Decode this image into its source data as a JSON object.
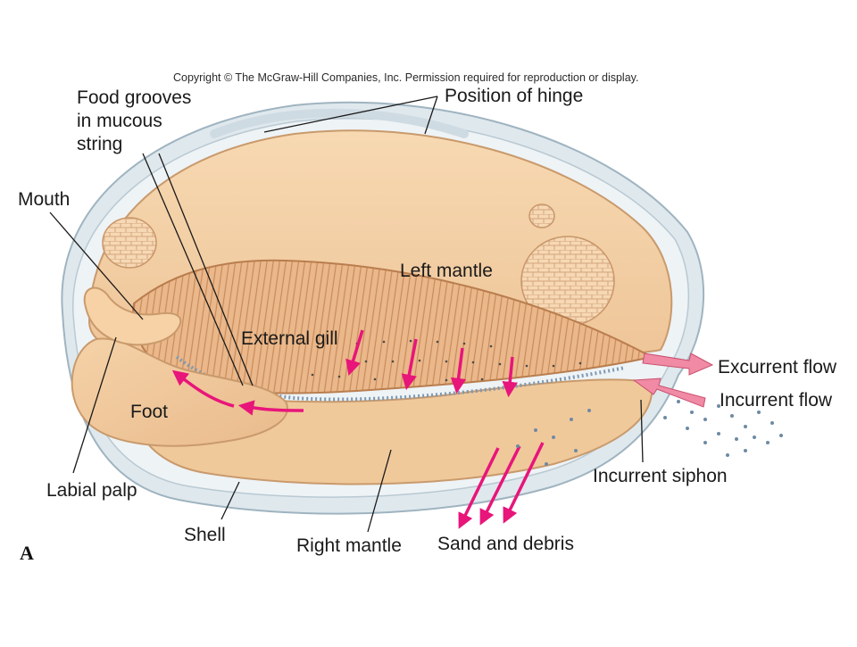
{
  "copyright": "Copyright © The McGraw-Hill Companies, Inc. Permission required for reproduction or display.",
  "panel_letter": "A",
  "labels": {
    "food_grooves_1": "Food grooves",
    "food_grooves_2": "in mucous",
    "food_grooves_3": "string",
    "position_of_hinge": "Position of hinge",
    "mouth": "Mouth",
    "left_mantle": "Left mantle",
    "external_gill": "External gill",
    "excurrent_flow": "Excurrent flow",
    "incurrent_flow": "Incurrent flow",
    "foot": "Foot",
    "incurrent_siphon": "Incurrent siphon",
    "labial_palp": "Labial palp",
    "shell": "Shell",
    "right_mantle": "Right mantle",
    "sand_and_debris": "Sand and debris"
  },
  "colors": {
    "shell_edge": "#c9d6de",
    "mantle": "#f3cfa4",
    "gill": "#e8b384",
    "flow_arrow": "#e8157a",
    "siphon_arrow": "#f08aa5"
  }
}
